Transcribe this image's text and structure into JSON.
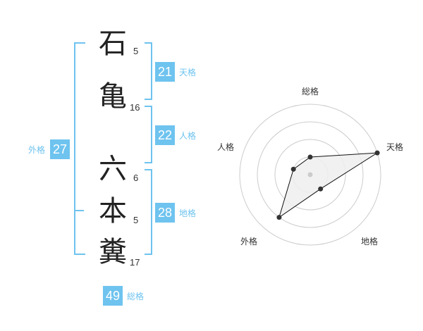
{
  "name": {
    "chars": [
      {
        "char": "石",
        "strokes": "5"
      },
      {
        "char": "亀",
        "strokes": "16"
      },
      {
        "char": "六",
        "strokes": "6"
      },
      {
        "char": "本",
        "strokes": "5"
      },
      {
        "char": "糞",
        "strokes": "17"
      }
    ]
  },
  "fortune": {
    "tenkaku": {
      "value": "21",
      "label": "天格"
    },
    "jinkaku": {
      "value": "22",
      "label": "人格"
    },
    "chikaku": {
      "value": "28",
      "label": "地格"
    },
    "gaikaku": {
      "value": "27",
      "label": "外格"
    },
    "soukaku": {
      "value": "49",
      "label": "総格"
    }
  },
  "chart_data": {
    "type": "radar",
    "axes": [
      "総格",
      "天格",
      "地格",
      "外格",
      "人格"
    ],
    "values": [
      1,
      4,
      1,
      3,
      1
    ],
    "rmax": 4,
    "rings": 4,
    "colors": {
      "fill": "#efefef",
      "line": "#111111",
      "ring": "#cccccc"
    }
  }
}
